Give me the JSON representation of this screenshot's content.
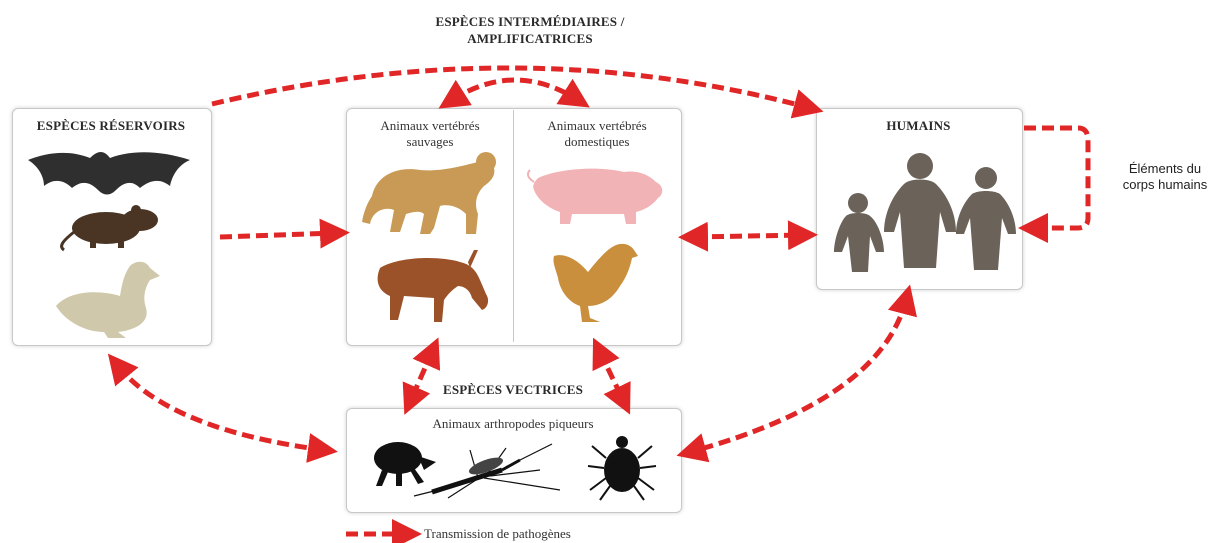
{
  "title": {
    "line1": "ESPÈCES INTERMÉDIAIRES /",
    "line2": "AMPLIFICATRICES"
  },
  "reservoir": {
    "heading": "ESPÈCES RÉSERVOIRS",
    "animals": [
      "bat-icon",
      "rat-icon",
      "duck-icon"
    ]
  },
  "intermediate": {
    "wild_label_1": "Animaux vertébrés",
    "wild_label_2": "sauvages",
    "domestic_label_1": "Animaux vertébrés",
    "domestic_label_2": "domestiques",
    "animals": [
      "monkey-icon",
      "deer-icon",
      "pig-icon",
      "chicken-icon"
    ]
  },
  "humans": {
    "heading": "HUMAINS",
    "side_label_1": "Éléments du",
    "side_label_2": "corps humains"
  },
  "vectors": {
    "heading": "ESPÈCES VECTRICES",
    "subheading": "Animaux arthropodes piqueurs",
    "animals": [
      "flea-icon",
      "mosquito-icon",
      "tick-icon"
    ]
  },
  "legend": {
    "label": "Transmission de pathogènes"
  },
  "colors": {
    "arrow": "#e02626",
    "monkey": "#c99a55",
    "deer": "#9c5228",
    "pig": "#f2b3b6",
    "chicken": "#c98f3c",
    "bat": "#2f2f2f",
    "rat": "#4a3524",
    "duck": "#cfc8aa",
    "human": "#6b625a"
  }
}
